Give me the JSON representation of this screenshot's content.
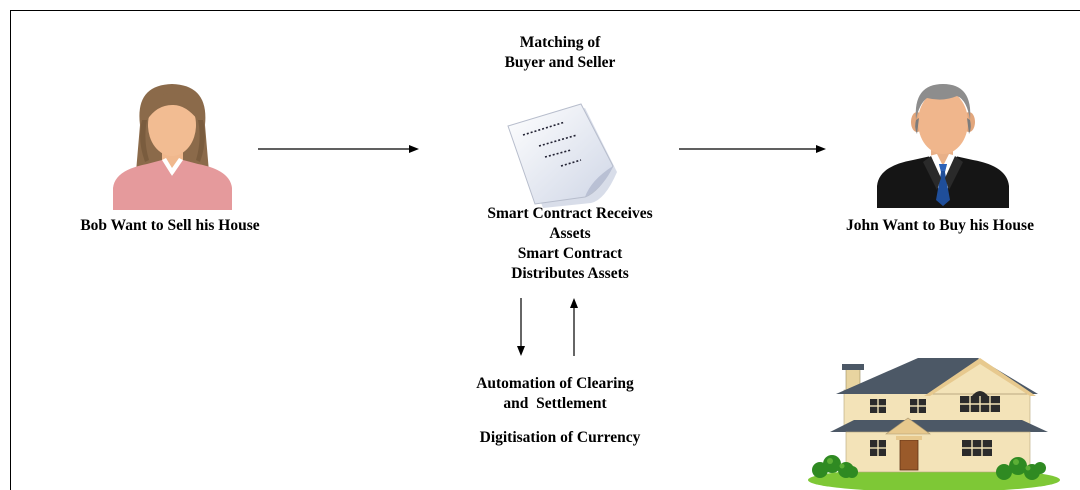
{
  "diagram": {
    "title_line1": "Matching of",
    "title_line2": "Buyer and Seller",
    "seller_label": "Bob Want to Sell his House",
    "buyer_label": "John Want to Buy his House",
    "contract_line1": "Smart Contract Receives",
    "contract_line2": "Assets",
    "contract_line3": "Smart Contract",
    "contract_line4": "Distributes Assets",
    "automation_line1": "Automation of Clearing",
    "automation_line2": "and  Settlement",
    "digitisation_label": "Digitisation of Currency"
  },
  "icons": {
    "seller": "woman-avatar-icon",
    "buyer": "businessman-avatar-icon",
    "contract": "document-icon",
    "house": "house-icon"
  },
  "colors": {
    "seller_shirt": "#e59a9c",
    "buyer_suit": "#151515",
    "buyer_tie": "#1f4e9a",
    "house_wall": "#f3e3b8",
    "house_roof": "#4c5866",
    "grass": "#7ec836"
  }
}
